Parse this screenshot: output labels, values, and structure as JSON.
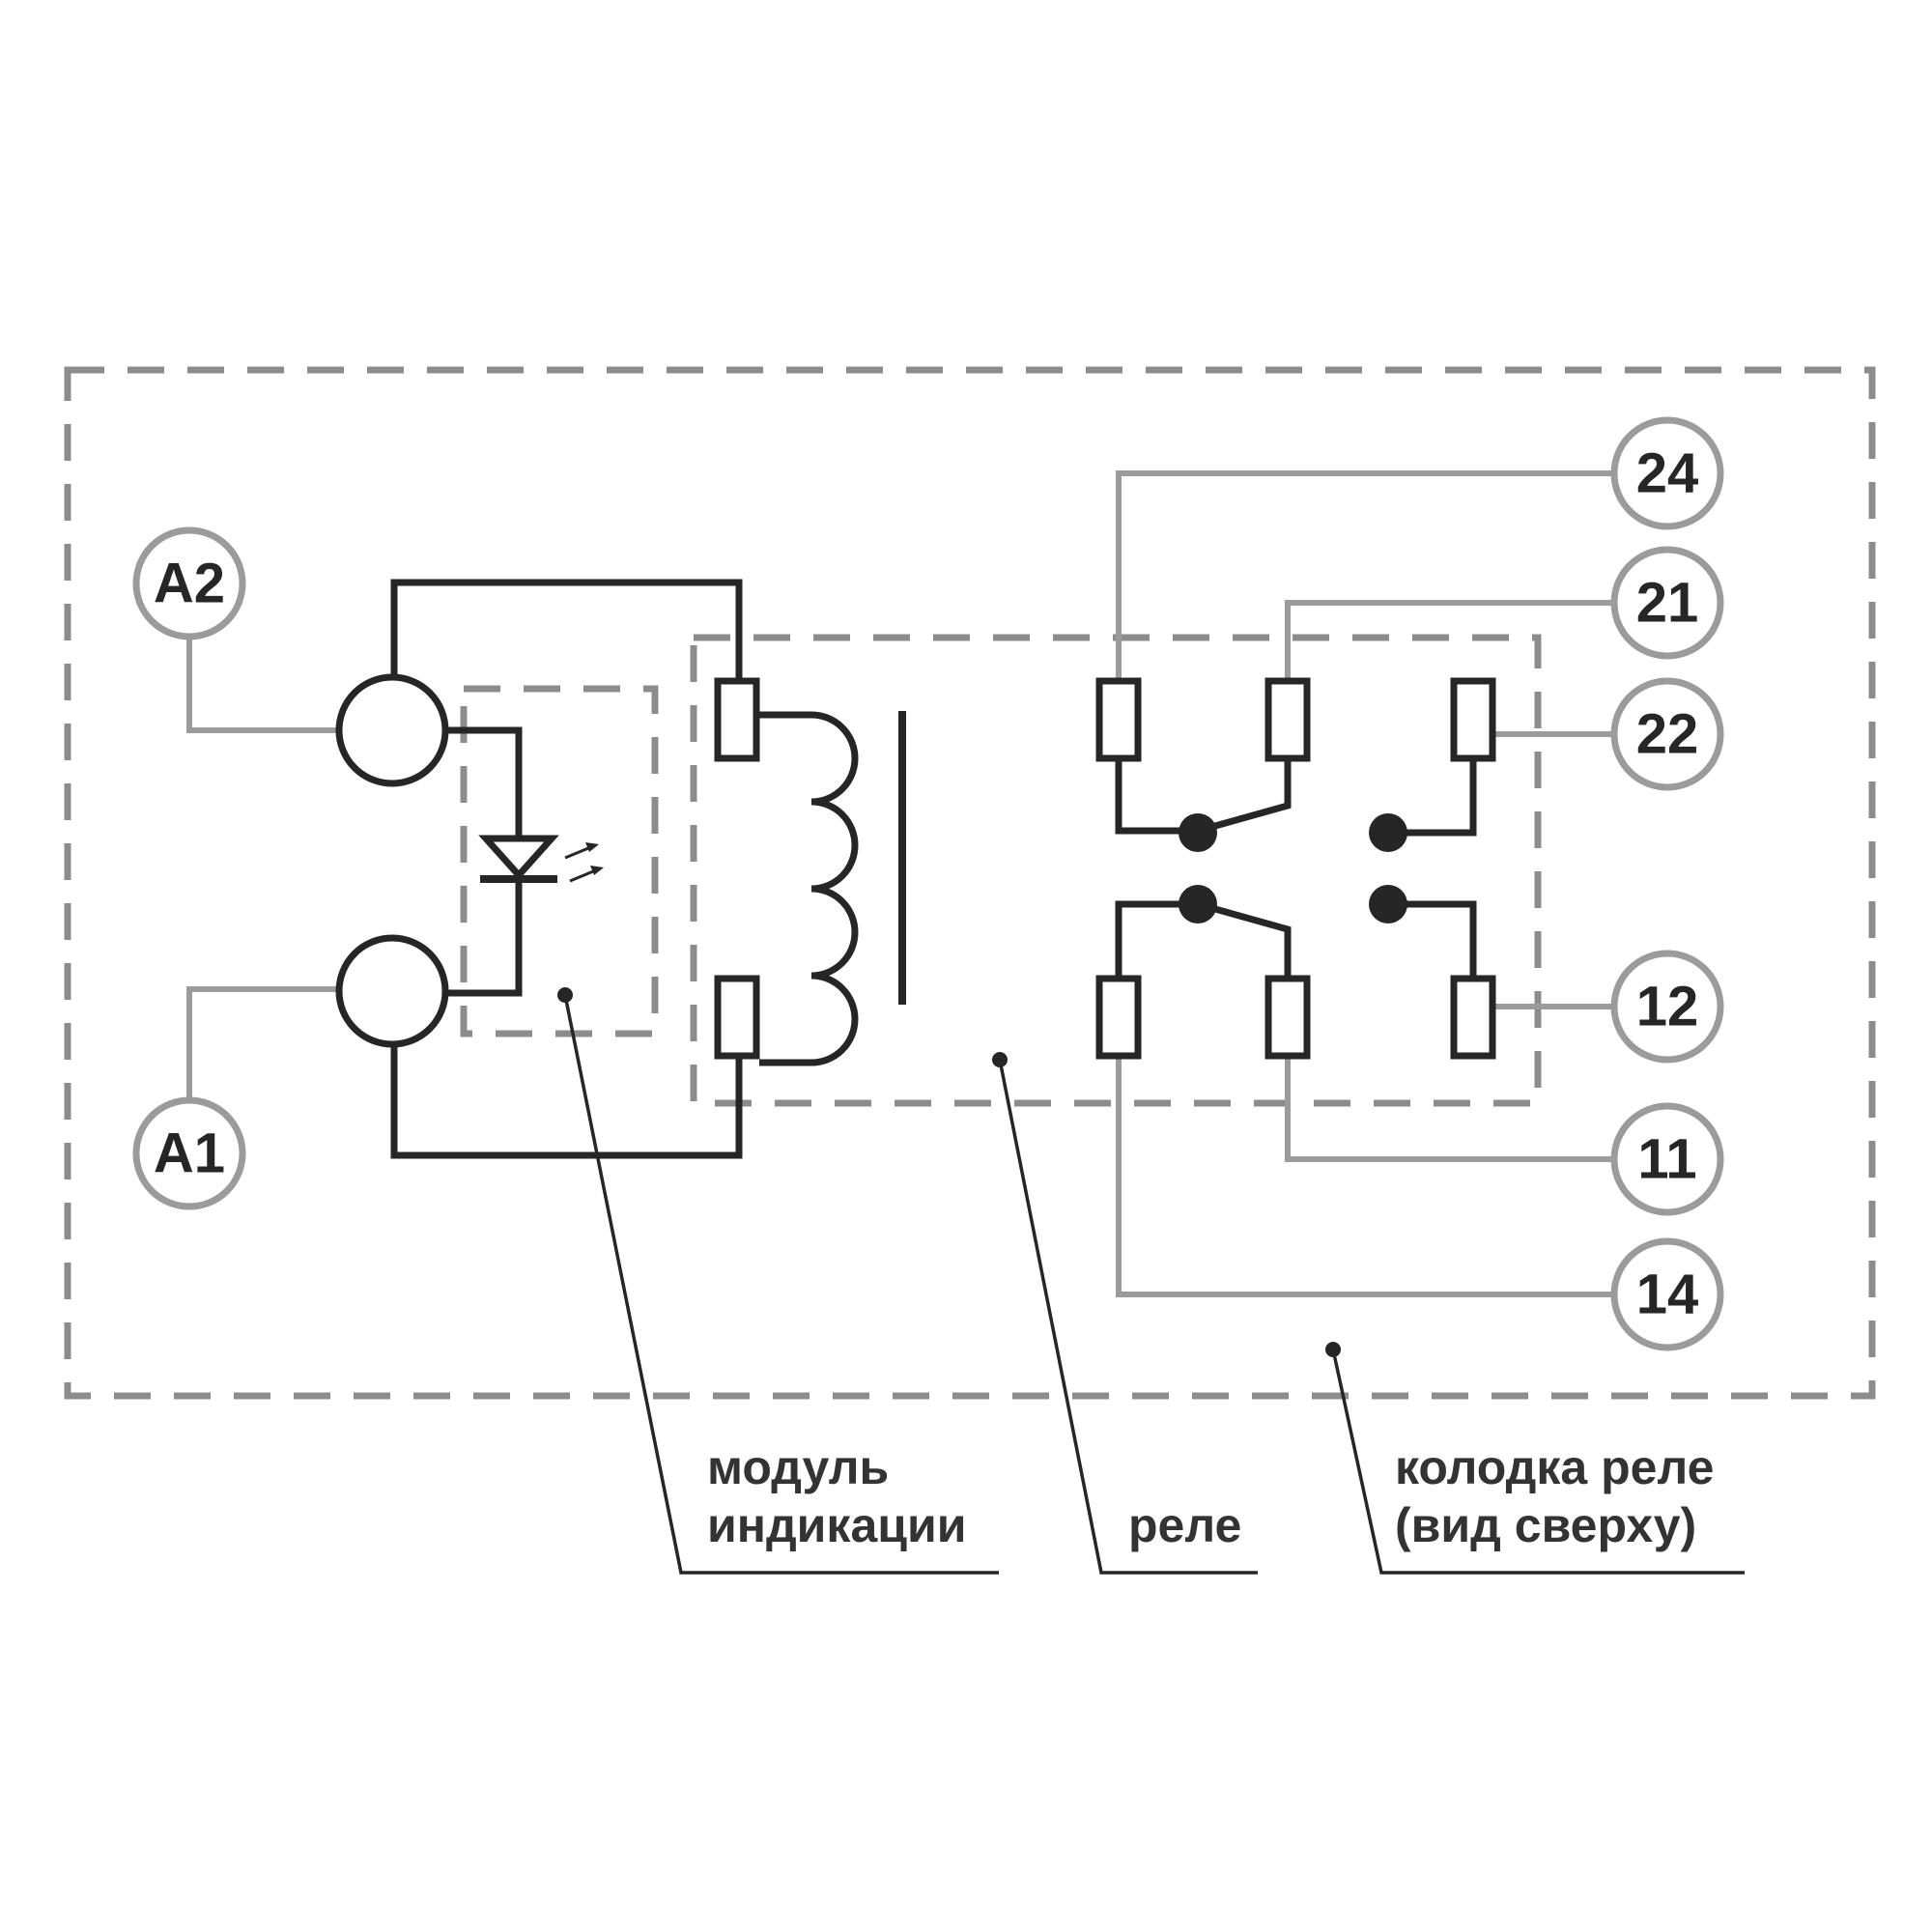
{
  "terminals": {
    "a2": "A2",
    "a1": "A1",
    "t24": "24",
    "t21": "21",
    "t22": "22",
    "t12": "12",
    "t11": "11",
    "t14": "14"
  },
  "labels": {
    "indication_line1": "модуль",
    "indication_line2": "индикации",
    "relay": "реле",
    "socket_line1": "колодка реле",
    "socket_line2": "(вид сверху)"
  },
  "colors": {
    "outline": "#8c8c8c",
    "wire_dark": "#262626",
    "wire_grey": "#9b9b9b"
  }
}
